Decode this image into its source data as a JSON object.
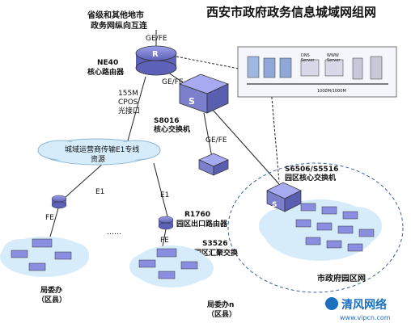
{
  "title": "西安市政府政务信息城域网组网",
  "top_note": [
    "省级和其他地市",
    "政务网纵向互连"
  ],
  "links": {
    "gefe_top": "GE/FE",
    "gefe_mid": "GE/FE",
    "gefe_right": "GE/FE",
    "cpos": [
      "155M",
      "CPOS",
      "光接口"
    ],
    "e1_left": "E1",
    "e1_right": "E1",
    "fe_left": "FE",
    "fe_right": "FE",
    "dots": "……"
  },
  "nodes": {
    "ne40": [
      "NE40",
      "核心路由器"
    ],
    "s8016": [
      "S8016",
      "核心交换机"
    ],
    "s6506": [
      "S6506/S5516",
      "园区核心交换机"
    ],
    "r1760": [
      "R1760",
      "园区出口路由器"
    ],
    "s3526": [
      "S3526",
      "园区汇聚交换"
    ],
    "cloud_carrier": [
      "城域运营商传输E1专线",
      "资源"
    ],
    "bureau1": [
      "局委办",
      "（区县）"
    ],
    "bureaun": [
      "局委办n",
      "（区县）"
    ],
    "campus": "市政府园区网"
  },
  "server_labels": [
    "DNS",
    "Server",
    "WWW",
    "Server",
    "1000M/1000M"
  ],
  "watermark": {
    "name": "清风网络",
    "url": "www.vipcn.com"
  },
  "colors": {
    "router_fill": "#7b7fcc",
    "switch_fill": "#8a8ee0",
    "switch_dark": "#5a5eb0",
    "cloud_fill": "#d7ecfa",
    "ellipse_stroke": "#3a5fa8",
    "watermark": "#1a6fc0"
  }
}
